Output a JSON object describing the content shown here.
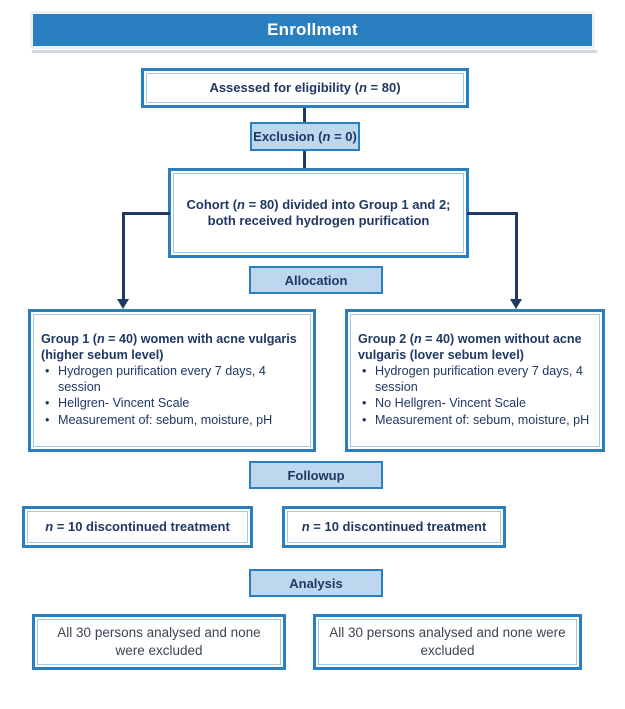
{
  "banner": {
    "label": "Enrollment"
  },
  "stages": {
    "allocation": "Allocation",
    "followup": "Followup",
    "analysis": "Analysis"
  },
  "nodes": {
    "assessed": "Assessed for eligibility (n = 80)",
    "exclusion": "Exclusion (n = 0)",
    "cohort": "Cohort (n = 80) divided into Group 1 and 2; both received hydrogen purification",
    "group1_title": "Group 1 (n = 40) women with acne vulgaris (higher sebum level)",
    "group1_items": [
      "Hydrogen purification every 7 days, 4 session",
      "Hellgren- Vincent Scale",
      "Measurement of: sebum, moisture, pH"
    ],
    "group2_title": "Group 2 (n = 40) women without acne vulgaris (lover sebum level)",
    "group2_items": [
      "Hydrogen purification every 7 days, 4 session",
      "No Hellgren- Vincent Scale",
      "Measurement of: sebum, moisture, pH"
    ],
    "discontinued_left": "n = 10 discontinued treatment",
    "discontinued_right": "n = 10 discontinued treatment",
    "analysed_left": "All 30 persons analysed and none were excluded",
    "analysed_right": "All  30 persons analysed and none were excluded"
  },
  "colors": {
    "banner_fill": "#2a7fc1",
    "chip_fill": "#bdd7ee",
    "border_blue": "#2a7fc1",
    "text_navy": "#1f3864",
    "connector": "#1f3864"
  }
}
